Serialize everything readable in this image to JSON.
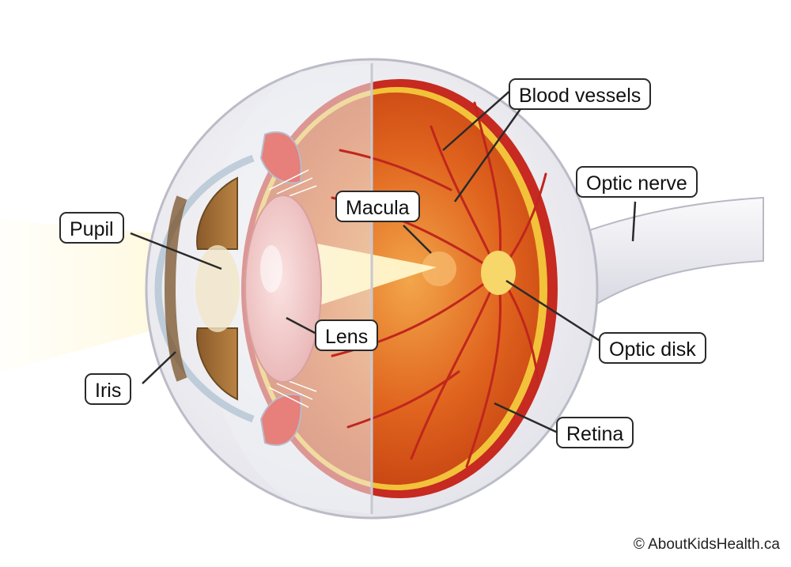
{
  "labels": {
    "blood_vessels": "Blood vessels",
    "optic_nerve": "Optic nerve",
    "macula": "Macula",
    "pupil": "Pupil",
    "lens": "Lens",
    "optic_disk": "Optic disk",
    "iris": "Iris",
    "retina": "Retina"
  },
  "copyright": "© AboutKidsHealth.ca"
}
